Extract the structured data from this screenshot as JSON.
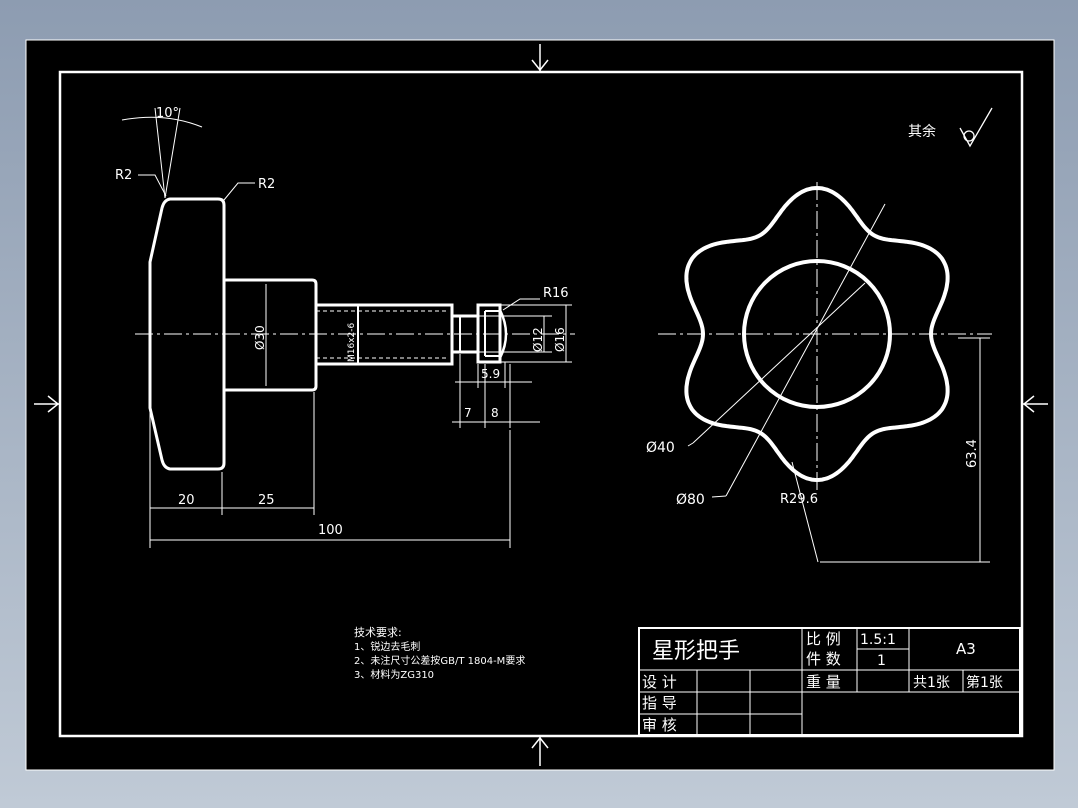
{
  "colors": {
    "background_outer": "#a7b3c3",
    "sheet": "#000000",
    "line": "#ffffff"
  },
  "surface_note": {
    "label": "其余"
  },
  "side_view": {
    "dims": {
      "angle": "10°",
      "r2_left": "R2",
      "r2_right": "R2",
      "r16": "R16",
      "d30": "Ø30",
      "thread": "M16x2-6",
      "d12": "Ø12",
      "d16": "Ø16",
      "d59": "5.9",
      "d7": "7",
      "d8": "8",
      "d20": "20",
      "d25": "25",
      "d100": "100"
    }
  },
  "front_view": {
    "dims": {
      "d40": "Ø40",
      "d80": "Ø80",
      "r296": "R29.6",
      "h634": "63.4"
    }
  },
  "tech_notes": {
    "title": "技术要求:",
    "items": [
      "1、锐边去毛刺",
      "2、未注尺寸公差按GB/T 1804-M要求",
      "3、材料为ZG310"
    ]
  },
  "title_block": {
    "part_name": "星形把手",
    "scale_label": "比 例",
    "scale_value": "1.5:1",
    "count_label": "件 数",
    "count_value": "1",
    "sheet_size": "A3",
    "weight_label": "重 量",
    "total_sheets": "共1张",
    "sheet_no": "第1张",
    "design": "设 计",
    "guide": "指 导",
    "review": "审 核"
  }
}
